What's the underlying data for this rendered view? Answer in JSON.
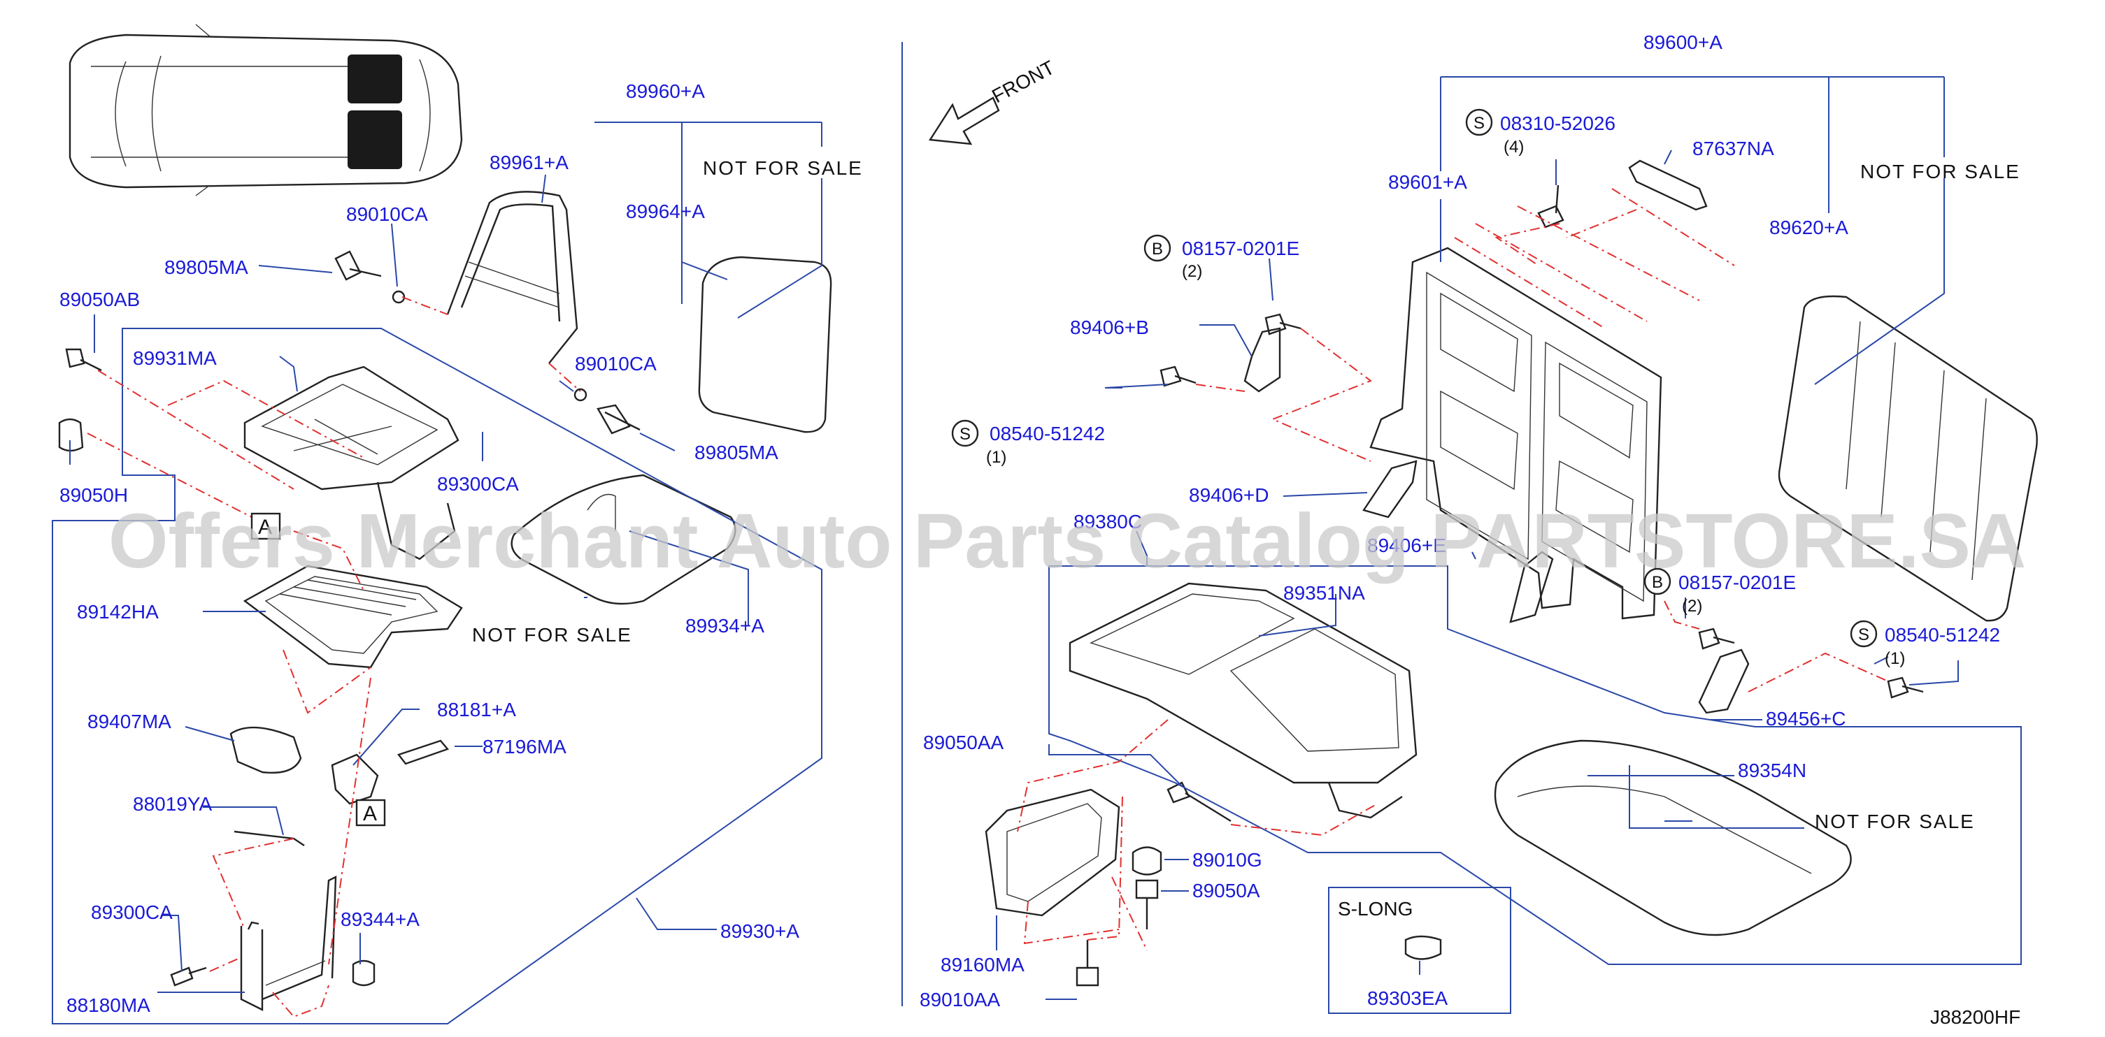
{
  "labels": {
    "l_89960A": "89960+A",
    "l_89961A": "89961+A",
    "l_89964A": "89964+A",
    "l_89010CA_1": "89010CA",
    "l_89805MA_1": "89805MA",
    "l_89050AB": "89050AB",
    "l_89931MA": "89931MA",
    "l_89010CA_2": "89010CA",
    "l_89805MA_2": "89805MA",
    "l_89300CA_1": "89300CA",
    "l_89050H": "89050H",
    "l_89142HA": "89142HA",
    "l_89934A": "89934+A",
    "l_89407MA": "89407MA",
    "l_88181A": "88181+A",
    "l_87196MA": "87196MA",
    "l_88019YA": "88019YA",
    "l_89300CA_2": "89300CA",
    "l_89344A": "89344+A",
    "l_88180MA": "88180MA",
    "l_89930A": "89930+A",
    "l_89600A": "89600+A",
    "l_08310": "08310-52026",
    "l_87637NA": "87637NA",
    "l_89601A": "89601+A",
    "l_89620A": "89620+A",
    "l_08157_1": "08157-0201E",
    "l_89406B": "89406+B",
    "l_08540_1": "08540-51242",
    "l_89406D": "89406+D",
    "l_89380C": "89380C",
    "l_89406E": "89406+E",
    "l_89351NA": "89351NA",
    "l_08157_2": "08157-0201E",
    "l_08540_2": "08540-51242",
    "l_89456C": "89456+C",
    "l_89050AA": "89050AA",
    "l_89354N": "89354N",
    "l_89010G": "89010G",
    "l_89050A": "89050A",
    "l_89160MA": "89160MA",
    "l_89010AA": "89010AA",
    "l_89303EA": "89303EA"
  },
  "notes": {
    "not_for_sale_1": "NOT   FOR   SALE",
    "not_for_sale_2": "NOT   FOR   SALE",
    "not_for_sale_3": "NOT   FOR   SALE",
    "not_for_sale_4": "NOT   FOR   SALE"
  },
  "quantities": {
    "q_08310": "(4)",
    "q_08157_1": "(2)",
    "q_08540_1": "(1)",
    "q_08157_2": "(2)",
    "q_08540_2": "(1)"
  },
  "circle_letters": {
    "s1": "S",
    "b1": "B",
    "s2": "S",
    "b2": "B",
    "s3": "S"
  },
  "ref_marks": {
    "a1": "A",
    "a2": "A"
  },
  "front_label": "FRONT",
  "sub_box_title": "S-LONG",
  "diagram_code": "J88200HF",
  "watermark": "Offers Merchant Auto Parts Catalog PARTSTORE.SA"
}
